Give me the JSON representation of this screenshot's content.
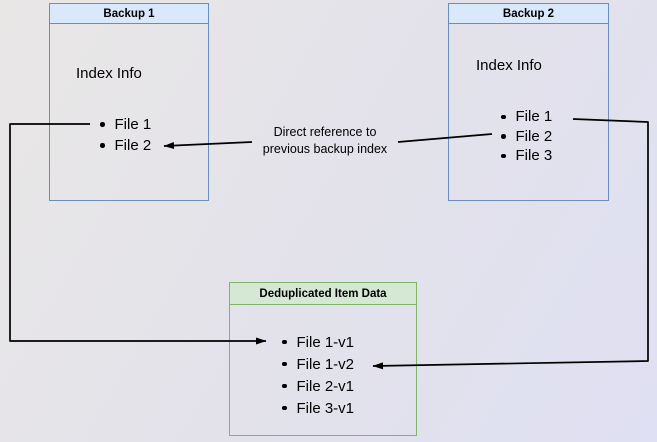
{
  "diagram": {
    "backup1": {
      "title": "Backup 1",
      "index_label": "Index Info",
      "files": [
        "File 1",
        "File 2"
      ]
    },
    "backup2": {
      "title": "Backup 2",
      "index_label": "Index Info",
      "files": [
        "File 1",
        "File 2",
        "File 3"
      ]
    },
    "dedup": {
      "title": "Deduplicated Item Data",
      "files": [
        "File 1-v1",
        "File 1-v2",
        "File 2-v1",
        "File 3-v1"
      ]
    },
    "annotation": {
      "line1": "Direct reference to",
      "line2": "previous backup index"
    }
  },
  "colors": {
    "backup_box_fill": "#dae8fc",
    "backup_box_border": "#6c8ebf",
    "dedup_box_fill": "#d5e8d4",
    "dedup_box_border": "#82b366",
    "connector": "#000000"
  }
}
